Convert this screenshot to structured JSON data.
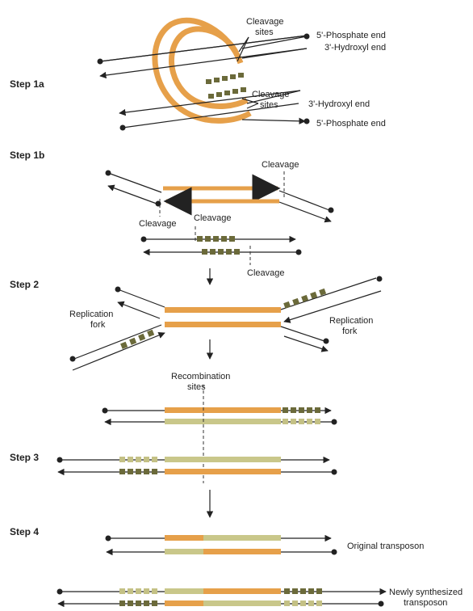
{
  "colors": {
    "transposon_orange": "#e6a04a",
    "new_strand_tan": "#c9c78a",
    "target_site_dark": "#6b6a3a",
    "target_site_light": "#c4c185",
    "ink": "#222222"
  },
  "steps": {
    "s1a": "Step 1a",
    "s1b": "Step 1b",
    "s2": "Step 2",
    "s3": "Step 3",
    "s4": "Step 4"
  },
  "labels": {
    "cleavage_sites_1": "Cleavage\nsites",
    "cleavage_sites_2": "Cleavage\nsites",
    "phosphate_end_top": "5'-Phosphate end",
    "hydroxyl_end_top": "3'-Hydroxyl end",
    "hydroxyl_end_bottom": "3'-Hydroxyl end",
    "phosphate_end_bottom": "5'-Phosphate end",
    "cleavage_1b_top": "Cleavage",
    "cleavage_1b_left": "Cleavage",
    "cleavage_1b_mid": "Cleavage",
    "cleavage_1b_bottom": "Cleavage",
    "replication_fork_left": "Replication\nfork",
    "replication_fork_right": "Replication\nfork",
    "recombination_sites": "Recombination\nsites",
    "original_transposon": "Original transposon",
    "newly_synthesized": "Newly synthesized\ntransposon"
  }
}
